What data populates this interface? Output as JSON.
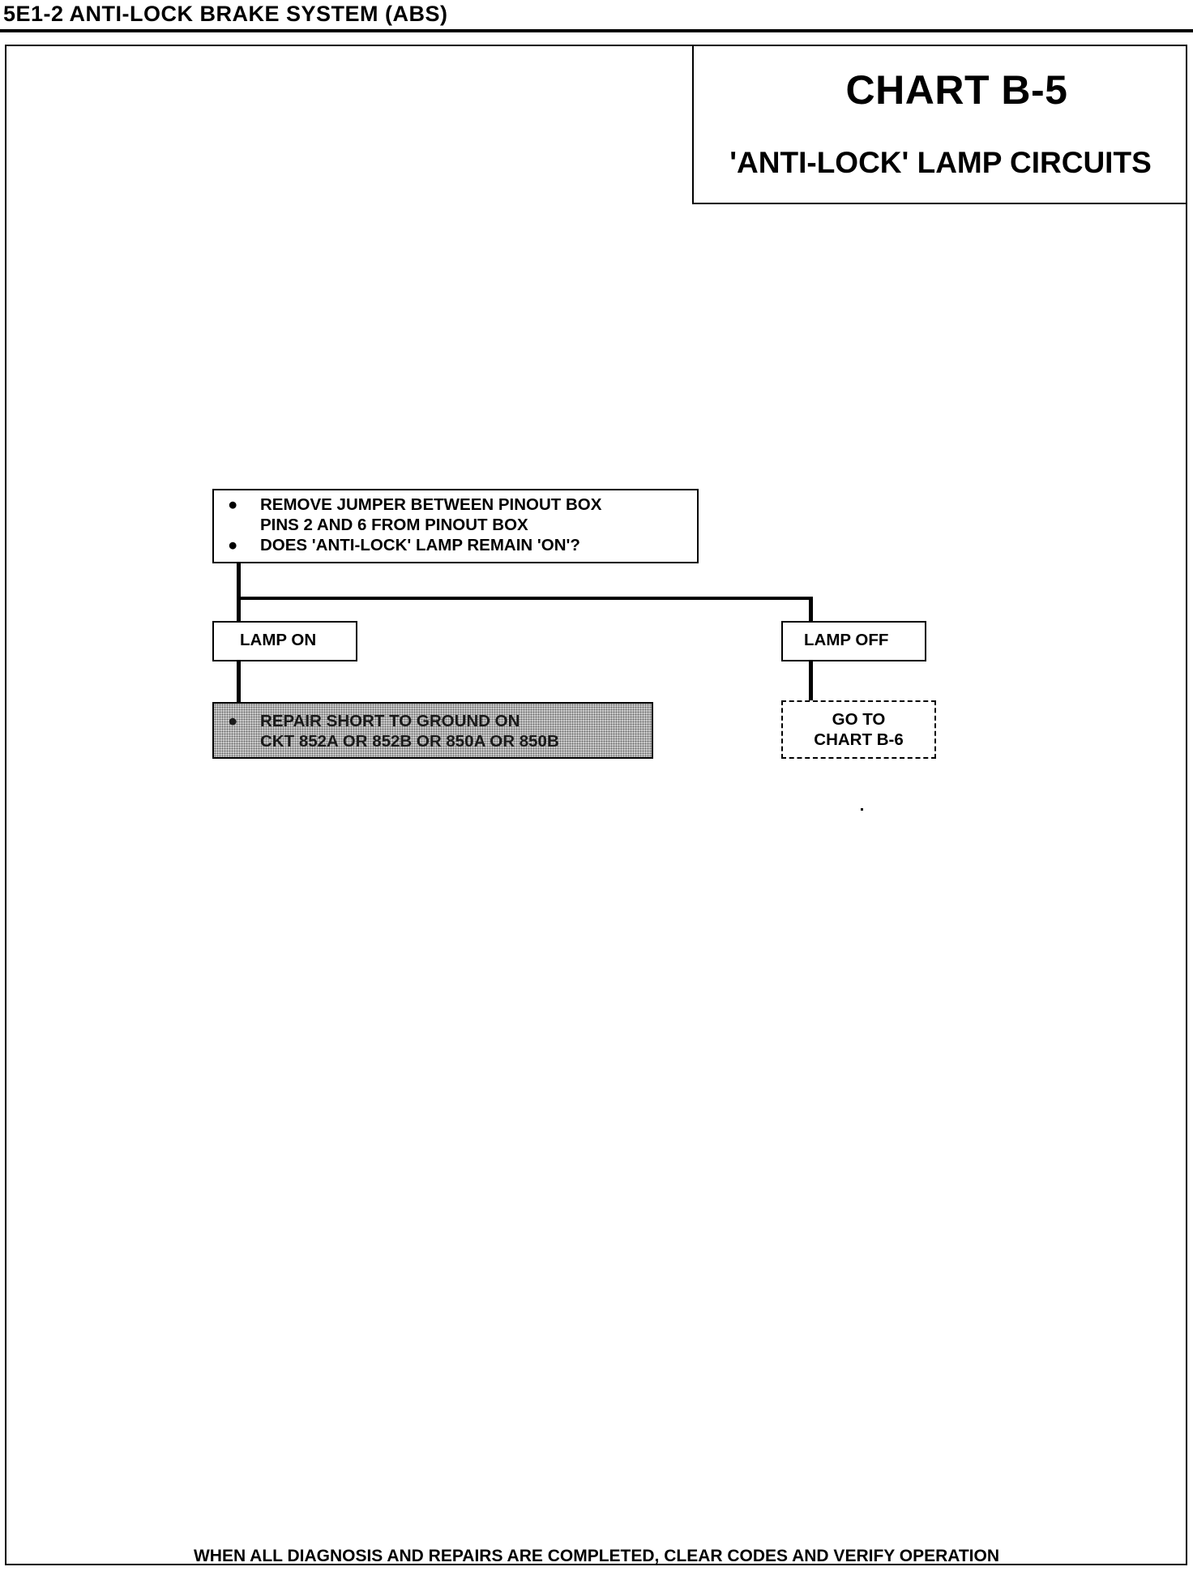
{
  "page_header": "5E1-2  ANTI-LOCK BRAKE SYSTEM (ABS)",
  "title_box": {
    "title": "CHART B-5",
    "subtitle": "'ANTI-LOCK' LAMP CIRCUITS"
  },
  "flowchart": {
    "question_box": {
      "bullet": "●",
      "lines": [
        "REMOVE JUMPER BETWEEN PINOUT BOX",
        "PINS 2 AND 6 FROM PINOUT BOX",
        "DOES 'ANTI-LOCK' LAMP REMAIN 'ON'?"
      ]
    },
    "branch_lamp_on": "LAMP ON",
    "branch_lamp_off": "LAMP OFF",
    "repair_box": {
      "bullet": "●",
      "lines": [
        "REPAIR SHORT TO GROUND ON",
        "CKT 852A OR 852B OR 850A OR 850B"
      ]
    },
    "goto_box": {
      "lines": [
        "GO TO",
        "CHART B-6"
      ]
    }
  },
  "footer_note": "WHEN ALL DIAGNOSIS AND REPAIRS ARE COMPLETED, CLEAR CODES AND VERIFY OPERATION"
}
